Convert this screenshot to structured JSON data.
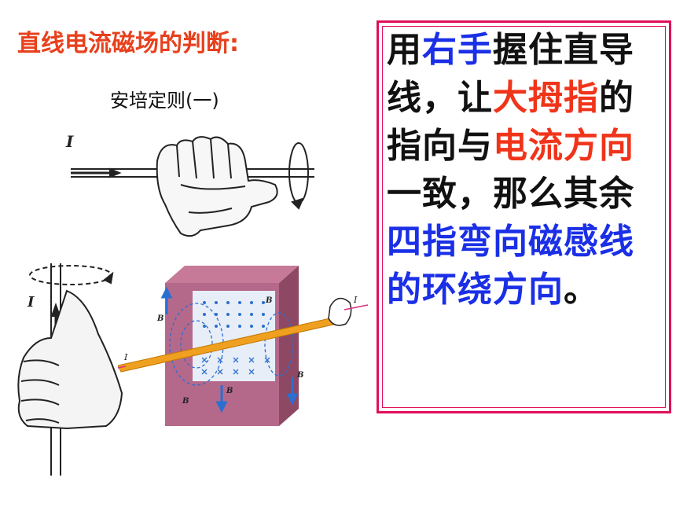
{
  "title": "直线电流磁场的判断:",
  "subtitle": "安培定则(一)",
  "rule": {
    "segments": [
      {
        "text": "用",
        "color": "black"
      },
      {
        "text": "右手",
        "color": "blue"
      },
      {
        "text": "握住直导线，让",
        "color": "black"
      },
      {
        "text": "大拇指",
        "color": "red"
      },
      {
        "text": "的指向与",
        "color": "black"
      },
      {
        "text": "电流方向",
        "color": "red"
      },
      {
        "text": "一致，那么其余",
        "color": "black"
      },
      {
        "text": "四指弯向磁感线的环绕方向",
        "color": "blue"
      },
      {
        "text": "。",
        "color": "black"
      }
    ]
  },
  "figure_labels": {
    "current_top": "I",
    "current_left": "I",
    "current_cube_left": "I",
    "current_cube_right": "I",
    "field": "B"
  }
}
